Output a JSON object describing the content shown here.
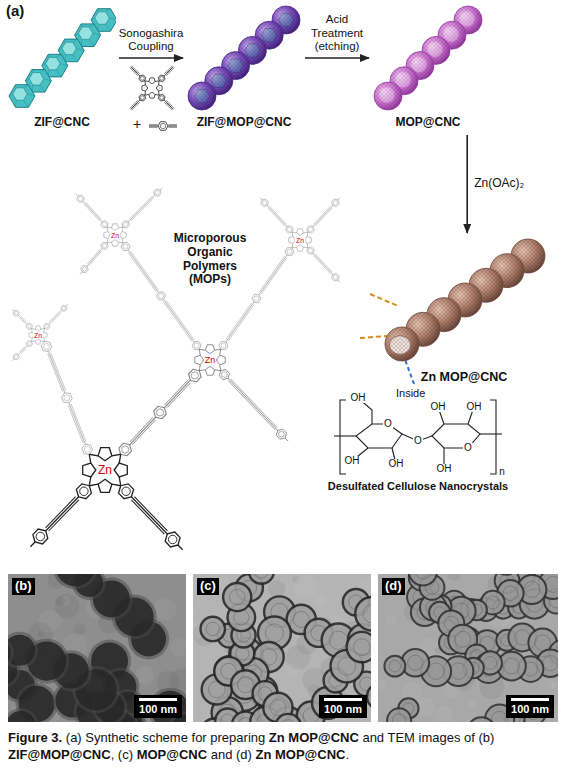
{
  "diagram": {
    "caption": "Figure 3. (a) Synthetic scheme for preparing Zn MOP@CNC and TEM images of (b) ZIF@MOP@CNC, (c) MOP@CNC and (d) Zn MOP@CNC.",
    "nodes": [
      {
        "text": [
          "ZIF@CNC"
        ]
      },
      {
        "text": [
          "ZIF@MOP@CNC"
        ]
      },
      {
        "text": [
          "MOP@CNC"
        ]
      },
      {
        "text": [
          "Zn MOP@CNC"
        ]
      },
      {
        "text": [
          "(b)",
          "100 nm"
        ]
      },
      {
        "text": [
          "(c)",
          "100 nm"
        ]
      },
      {
        "text": [
          "(d)",
          "100 nm"
        ]
      }
    ],
    "edges": [
      {
        "from": 0,
        "to": 1,
        "arrow": "to",
        "label": "Sonogashira Coupling"
      },
      {
        "from": 1,
        "to": 2,
        "arrow": "to",
        "label": "Acid Treatment (etching)"
      },
      {
        "from": 2,
        "to": 3,
        "arrow": "to",
        "label": "Zn(OAc)₂"
      }
    ],
    "labels": [
      "(a)",
      "+",
      "Microporous Organic Polymers (MOPs)",
      "Zn",
      "Zn",
      "Zn",
      "Zn",
      "Zn",
      "Inside",
      "Desulfated Cellulose Nanocrystals",
      "OH",
      "O",
      "OH",
      "OH",
      "O",
      "O",
      "OH",
      "OH",
      "OH",
      "n"
    ]
  }
}
